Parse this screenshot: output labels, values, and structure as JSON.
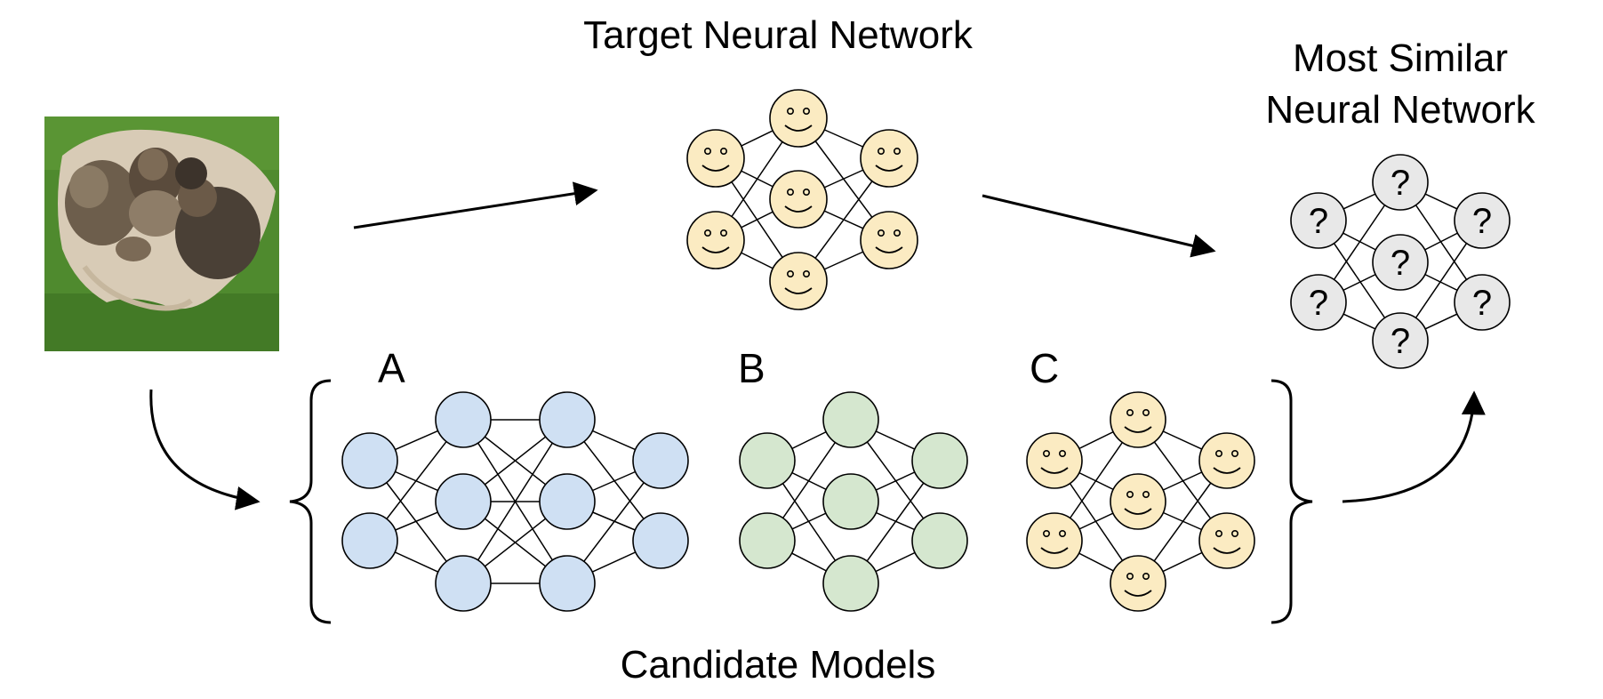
{
  "labels": {
    "target_title": "Target Neural Network",
    "similar_title_line1": "Most Similar",
    "similar_title_line2": "Neural Network",
    "candidates_title": "Candidate Models",
    "model_a": "A",
    "model_b": "B",
    "model_c": "C",
    "unknown_symbol": "?"
  },
  "colors": {
    "smiley_fill": "#fbebc2",
    "blue_fill": "#cfe0f3",
    "green_fill": "#d5e7cf",
    "unknown_fill": "#e8e8e8",
    "grass": "#4f8a2e",
    "blanket": "#d8cbb6"
  },
  "icons": {
    "input_image": "puppies-photo",
    "target_nodes": "smiley-face",
    "similar_nodes": "question-mark",
    "model_c_nodes": "smiley-face"
  },
  "networks": {
    "target": {
      "layers": [
        2,
        3,
        2
      ],
      "node": "smiley"
    },
    "similar": {
      "layers": [
        2,
        3,
        2
      ],
      "node": "unknown"
    },
    "model_a": {
      "layers": [
        2,
        3,
        3,
        2
      ],
      "node": "blue"
    },
    "model_b": {
      "layers": [
        2,
        3,
        2
      ],
      "node": "green"
    },
    "model_c": {
      "layers": [
        2,
        3,
        2
      ],
      "node": "smiley"
    }
  }
}
